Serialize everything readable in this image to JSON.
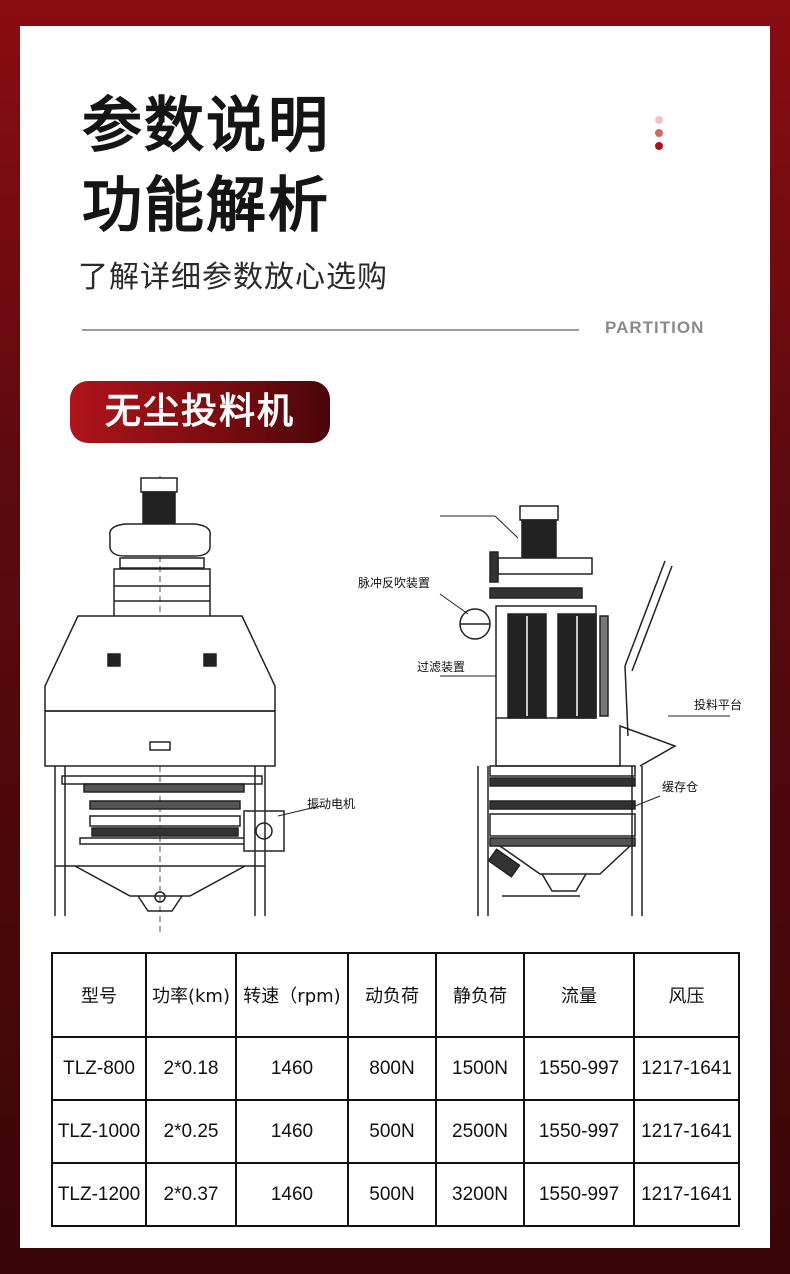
{
  "heading": {
    "line1": "参数说明",
    "line2": "功能解析",
    "subtitle": "了解详细参数放心选购",
    "partition": "PARTITION"
  },
  "dots": [
    "#f0c4c6",
    "#d4666b",
    "#a8141b"
  ],
  "product": {
    "name": "无尘投料机"
  },
  "drawing_labels": {
    "pulse": "脉冲反吹装置",
    "filter": "过滤装置",
    "platform": "投料平台",
    "vibration": "振动电机",
    "buffer": "缓存仓"
  },
  "table": {
    "headers": [
      "型号",
      "功率(km)",
      "转速（rpm)",
      "动负荷",
      "静负荷",
      "流量",
      "风压"
    ],
    "rows": [
      [
        "TLZ-800",
        "2*0.18",
        "1460",
        "800N",
        "1500N",
        "1550-997",
        "1217-1641"
      ],
      [
        "TLZ-1000",
        "2*0.25",
        "1460",
        "500N",
        "2500N",
        "1550-997",
        "1217-1641"
      ],
      [
        "TLZ-1200",
        "2*0.37",
        "1460",
        "500N",
        "3200N",
        "1550-997",
        "1217-1641"
      ]
    ]
  }
}
